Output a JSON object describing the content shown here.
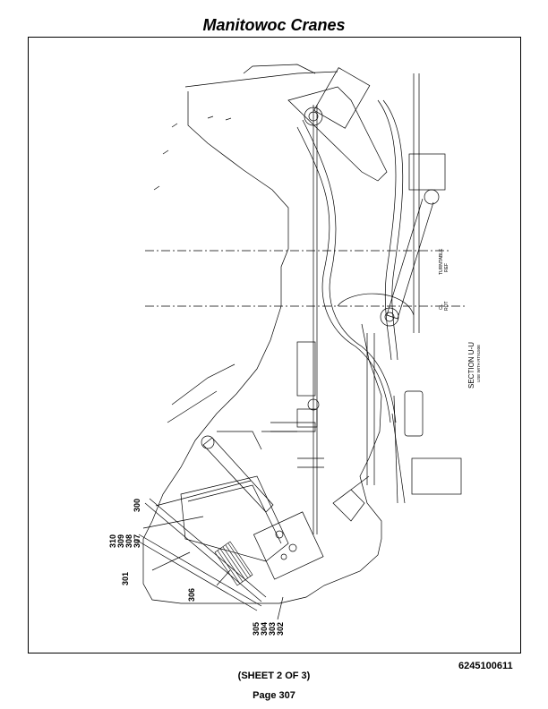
{
  "header": {
    "title": "Manitowoc Cranes"
  },
  "drawing": {
    "callouts": {
      "c300": "300",
      "c301": "301",
      "c306": "306",
      "group_top": [
        "310",
        "309",
        "308",
        "307"
      ],
      "group_bottom": [
        "305",
        "304",
        "303",
        "302"
      ]
    },
    "section_title": "SECTION U-U",
    "section_subtitle": "USE WITH RT9150E",
    "turntable_ref": [
      "TURNTABLE",
      "REF"
    ],
    "rot_label": [
      "CL",
      "ROT"
    ]
  },
  "footer": {
    "doc_number": "6245100611",
    "sheet": "(SHEET 2 OF 3)",
    "page": "Page 307"
  }
}
